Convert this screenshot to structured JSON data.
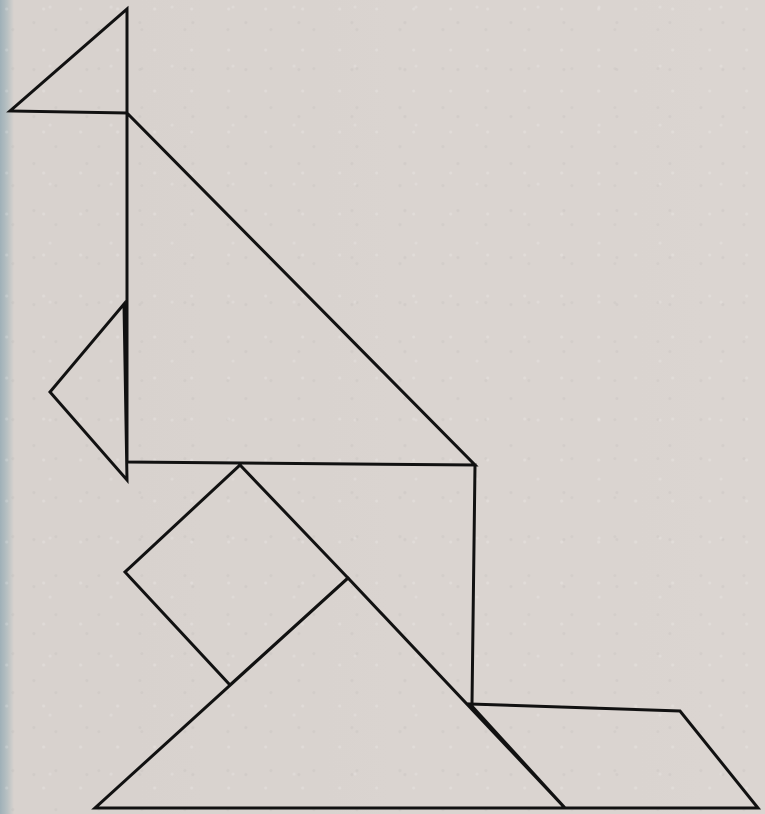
{
  "figure": {
    "type": "tangram",
    "line_color": "#111111",
    "background_color": "#dbd5d1",
    "pieces": [
      {
        "name": "top-small-triangle"
      },
      {
        "name": "large-right-triangle"
      },
      {
        "name": "left-small-triangle"
      },
      {
        "name": "tilted-square"
      },
      {
        "name": "base-large-triangle"
      },
      {
        "name": "right-parallelogram"
      },
      {
        "name": "middle-vertical-joint"
      }
    ]
  }
}
